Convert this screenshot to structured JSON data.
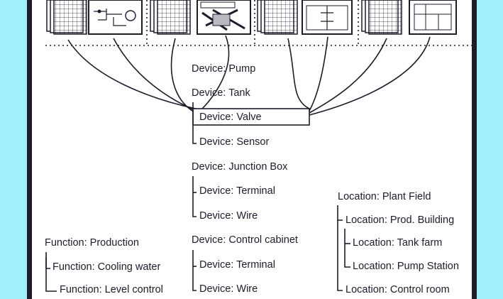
{
  "devices": {
    "pump": "Device: Pump",
    "tank": "Device: Tank",
    "valve": "Device: Valve",
    "sensor": "Device: Sensor",
    "junction_box": "Device: Junction Box",
    "jb_terminal": "Device: Terminal",
    "jb_wire": "Device: Wire",
    "control_cabinet": "Device: Control cabinet",
    "cc_terminal": "Device: Terminal",
    "cc_wire": "Device: Wire"
  },
  "functions": {
    "production": "Function: Production",
    "cooling_water": "Function: Cooling water",
    "level_control": "Function: Level control"
  },
  "locations": {
    "plant_field": "Location: Plant Field",
    "prod_building": "Location: Prod. Building",
    "tank_farm": "Location: Tank farm",
    "pump_station": "Location: Pump Station",
    "control_room": "Location: Control room"
  },
  "colors": {
    "ink": "#1e1b2a",
    "background": "#9ff0fb",
    "panel": "#ffffff"
  }
}
